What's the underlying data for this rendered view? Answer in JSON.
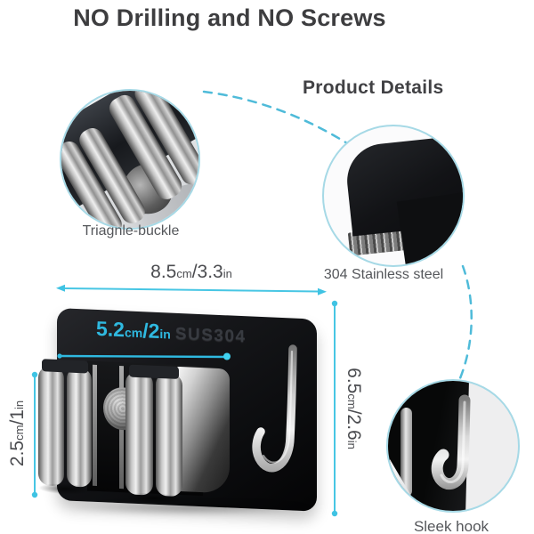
{
  "title": "NO Drilling and NO Screws",
  "section_heading": "Product Details",
  "callouts": {
    "triangle_buckle": {
      "label": "Triagnle-buckle"
    },
    "stainless_steel": {
      "label": "304 Stainless steel"
    },
    "sleek_hook": {
      "label": "Sleek hook"
    }
  },
  "product": {
    "material_mark": "SUS304",
    "dimensions": {
      "width": {
        "cm": "8.5",
        "cm_unit": "cm",
        "inch": "/3.3",
        "inch_unit": "in"
      },
      "inner_width": {
        "cm": "5.2",
        "cm_unit": "cm",
        "inch": "/2",
        "inch_unit": "in"
      },
      "roller_height": {
        "cm": "2.5",
        "cm_unit": "cm",
        "inch": "/1",
        "inch_unit": "in"
      },
      "height": {
        "cm": "6.5",
        "cm_unit": "cm",
        "inch": "/2.6",
        "inch_unit": "in"
      }
    }
  },
  "colors": {
    "accent_cyan": "#35bfe4",
    "dashed_connector": "#4fbbd9",
    "circle_border": "#a6d9e6",
    "heading_text": "#3d3d3f",
    "label_text": "#55575b",
    "plate_black": "#121316"
  }
}
